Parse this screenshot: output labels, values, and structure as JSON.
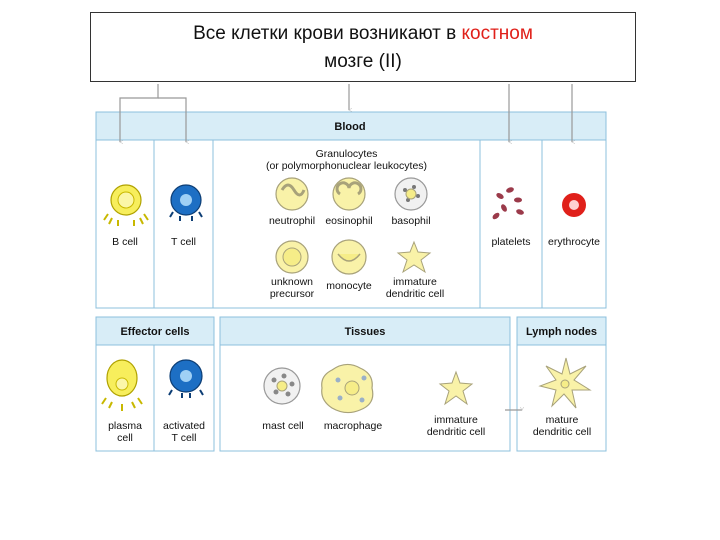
{
  "title": {
    "line1_plain": "Все клетки крови возникают в ",
    "line1_red": "костном",
    "line2_red": "мозге (II)"
  },
  "headers": {
    "blood": "Blood",
    "granulocytes_line1": "Granulocytes",
    "granulocytes_line2": "(or polymorphonuclear leukocytes)",
    "effector": "Effector cells",
    "tissues": "Tissues",
    "lymph": "Lymph nodes"
  },
  "cells": {
    "b_cell": "B cell",
    "t_cell": "T cell",
    "neutrophil": "neutrophil",
    "eosinophil": "eosinophil",
    "basophil": "basophil",
    "platelets": "platelets",
    "erythrocyte": "erythrocyte",
    "unknown_precursor_1": "unknown",
    "unknown_precursor_2": "precursor",
    "monocyte": "monocyte",
    "immature_dc_1": "immature",
    "immature_dc_2": "dendritic cell",
    "plasma_cell_1": "plasma",
    "plasma_cell_2": "cell",
    "activated_t_1": "activated",
    "activated_t_2": "T cell",
    "mast_cell": "mast cell",
    "macrophage": "macrophage",
    "tissue_immature_dc_1": "immature",
    "tissue_immature_dc_2": "dendritic cell",
    "mature_dc_1": "mature",
    "mature_dc_2": "dendritic cell"
  },
  "colors": {
    "panel_fill": "#d8edf7",
    "panel_stroke": "#8cc0dd",
    "yellow_cell": "#f7ee5c",
    "blue_cell": "#1d6fc4",
    "red_cell": "#e0201a",
    "platelet": "#9b3a4a"
  }
}
